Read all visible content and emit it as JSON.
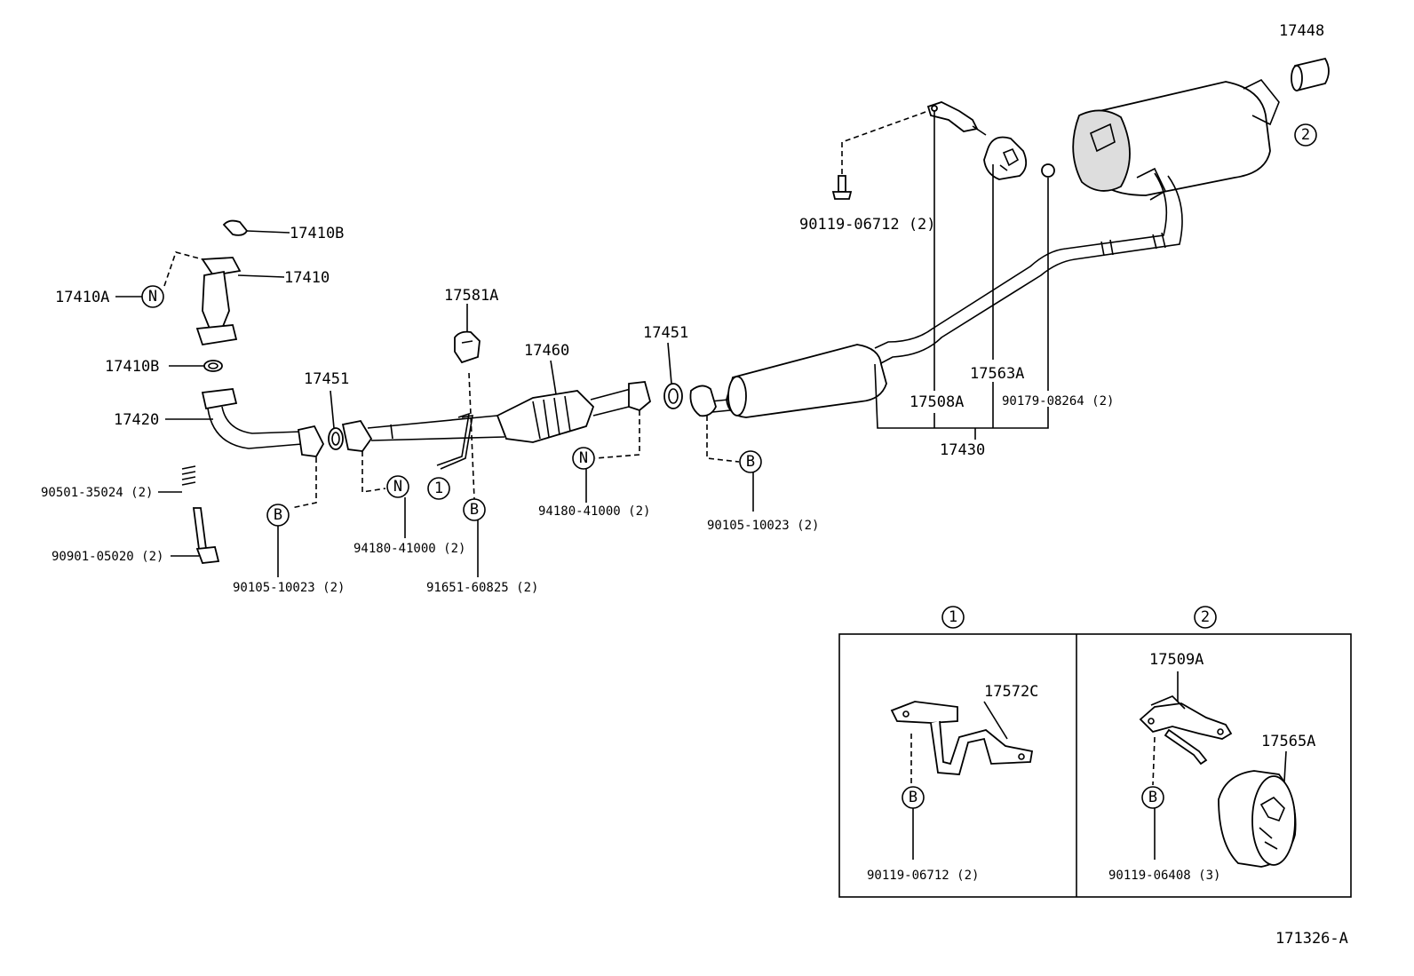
{
  "labels": {
    "p17448": "17448",
    "p17410B_top": "17410B",
    "p17410": "17410",
    "p17410A": "17410A",
    "p17410B_mid": "17410B",
    "p17420": "17420",
    "p17451_left": "17451",
    "p17581A": "17581A",
    "p17460": "17460",
    "p17451_right": "17451",
    "p90119_06712_top": "90119-06712 (2)",
    "p17563A": "17563A",
    "p17508A": "17508A",
    "p90179_08264": "90179-08264 (2)",
    "p17430": "17430",
    "p90501_35024": "90501-35024 (2)",
    "p90901_05020": "90901-05020 (2)",
    "p90105_10023_left": "90105-10023 (2)",
    "p94180_41000_left": "94180-41000 (2)",
    "p91651_60825": "91651-60825 (2)",
    "p94180_41000_right": "94180-41000 (2)",
    "p90105_10023_right": "90105-10023 (2)",
    "p17572C": "17572C",
    "p90119_06712_inset": "90119-06712 (2)",
    "p17509A": "17509A",
    "p17565A": "17565A",
    "p90119_06408": "90119-06408 (3)",
    "diagram_code": "171326-A"
  },
  "markers": {
    "n": "N",
    "b": "B",
    "one": "1",
    "two": "2"
  },
  "icons": {
    "marker_circle": "circle-letter-icon",
    "muffler": "muffler-icon",
    "converter": "catalytic-converter-icon"
  }
}
